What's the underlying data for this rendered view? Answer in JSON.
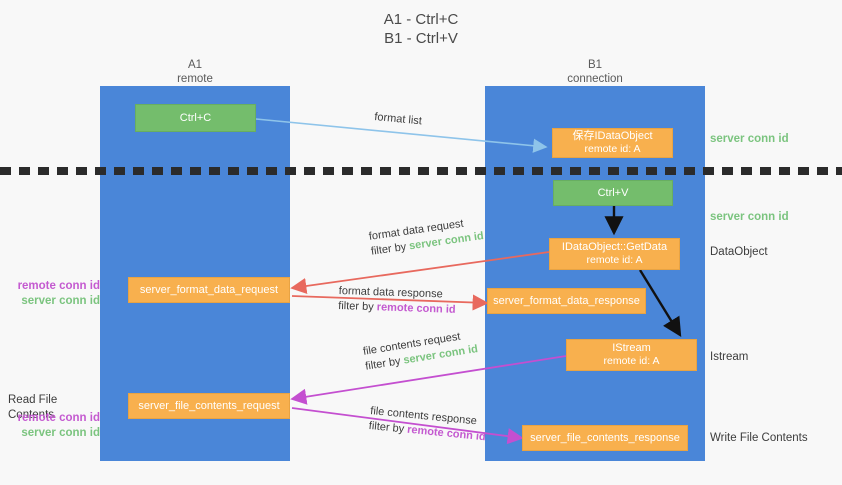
{
  "title": {
    "line1": "A1 - Ctrl+C",
    "line2": "B1 - Ctrl+V"
  },
  "colors": {
    "lane": "#4a86d8",
    "box_orange": "#f8b04e",
    "box_green": "#74bd6c",
    "server_conn_id": "#7bc47f",
    "remote_conn_id": "#c45ad0",
    "arrow_format_list": "#8ec4ea",
    "arrow_format_data": "#e8695e",
    "arrow_file_contents": "#c44fd0",
    "arrow_flow": "#111111",
    "background": "#f8f8f8"
  },
  "lanes": [
    {
      "name": "A1",
      "sub": "remote"
    },
    {
      "name": "B1",
      "sub": "connection"
    }
  ],
  "boxes": {
    "ctrl_c": {
      "line1": "Ctrl+C"
    },
    "ctrl_v": {
      "line1": "Ctrl+V"
    },
    "idataobject_top": {
      "line1": "保存IDataObject",
      "line2": "remote id: A"
    },
    "idataobject_getdata": {
      "line1": "IDataObject::GetData",
      "line2": "remote id: A"
    },
    "istream": {
      "line1": "IStream",
      "line2": "remote id: A"
    },
    "format_data_request": {
      "line1": "server_format_data_request"
    },
    "format_data_response": {
      "line1": "server_format_data_response"
    },
    "file_contents_request": {
      "line1": "server_file_contents_request"
    },
    "file_contents_response": {
      "line1": "server_file_contents_response"
    }
  },
  "right_labels": [
    {
      "id": "server-conn-id-top",
      "text": "server conn id",
      "style": "green"
    },
    {
      "id": "server-conn-id-mid",
      "text": "server conn id",
      "style": "green"
    },
    {
      "id": "dataobject",
      "text": "DataObject",
      "style": "dark"
    },
    {
      "id": "istream",
      "text": "Istream",
      "style": "dark"
    },
    {
      "id": "write-file-contents",
      "text": "Write File Contents",
      "style": "dark"
    }
  ],
  "left_labels": {
    "group_upper": [
      {
        "text": "remote conn id",
        "style": "purple"
      },
      {
        "text": "server conn id",
        "style": "green"
      }
    ],
    "read_file_contents": "Read File Contents",
    "group_lower": [
      {
        "text": "remote conn id",
        "style": "purple"
      },
      {
        "text": "server conn id",
        "style": "green"
      }
    ]
  },
  "annotations": {
    "format_list": {
      "text": "format list"
    },
    "format_data_request": {
      "line1": "format data request",
      "prefix": "filter by ",
      "token": "server conn id",
      "token_style": "green"
    },
    "format_data_response": {
      "line1": "format data response",
      "prefix": "filter by ",
      "token": "remote conn id",
      "token_style": "purple"
    },
    "file_contents_request": {
      "line1": "file contents request",
      "prefix": "filter by ",
      "token": "server conn id",
      "token_style": "green"
    },
    "file_contents_response": {
      "line1": "file contents response",
      "prefix": "filter by ",
      "token": "remote conn id",
      "token_style": "purple"
    }
  }
}
